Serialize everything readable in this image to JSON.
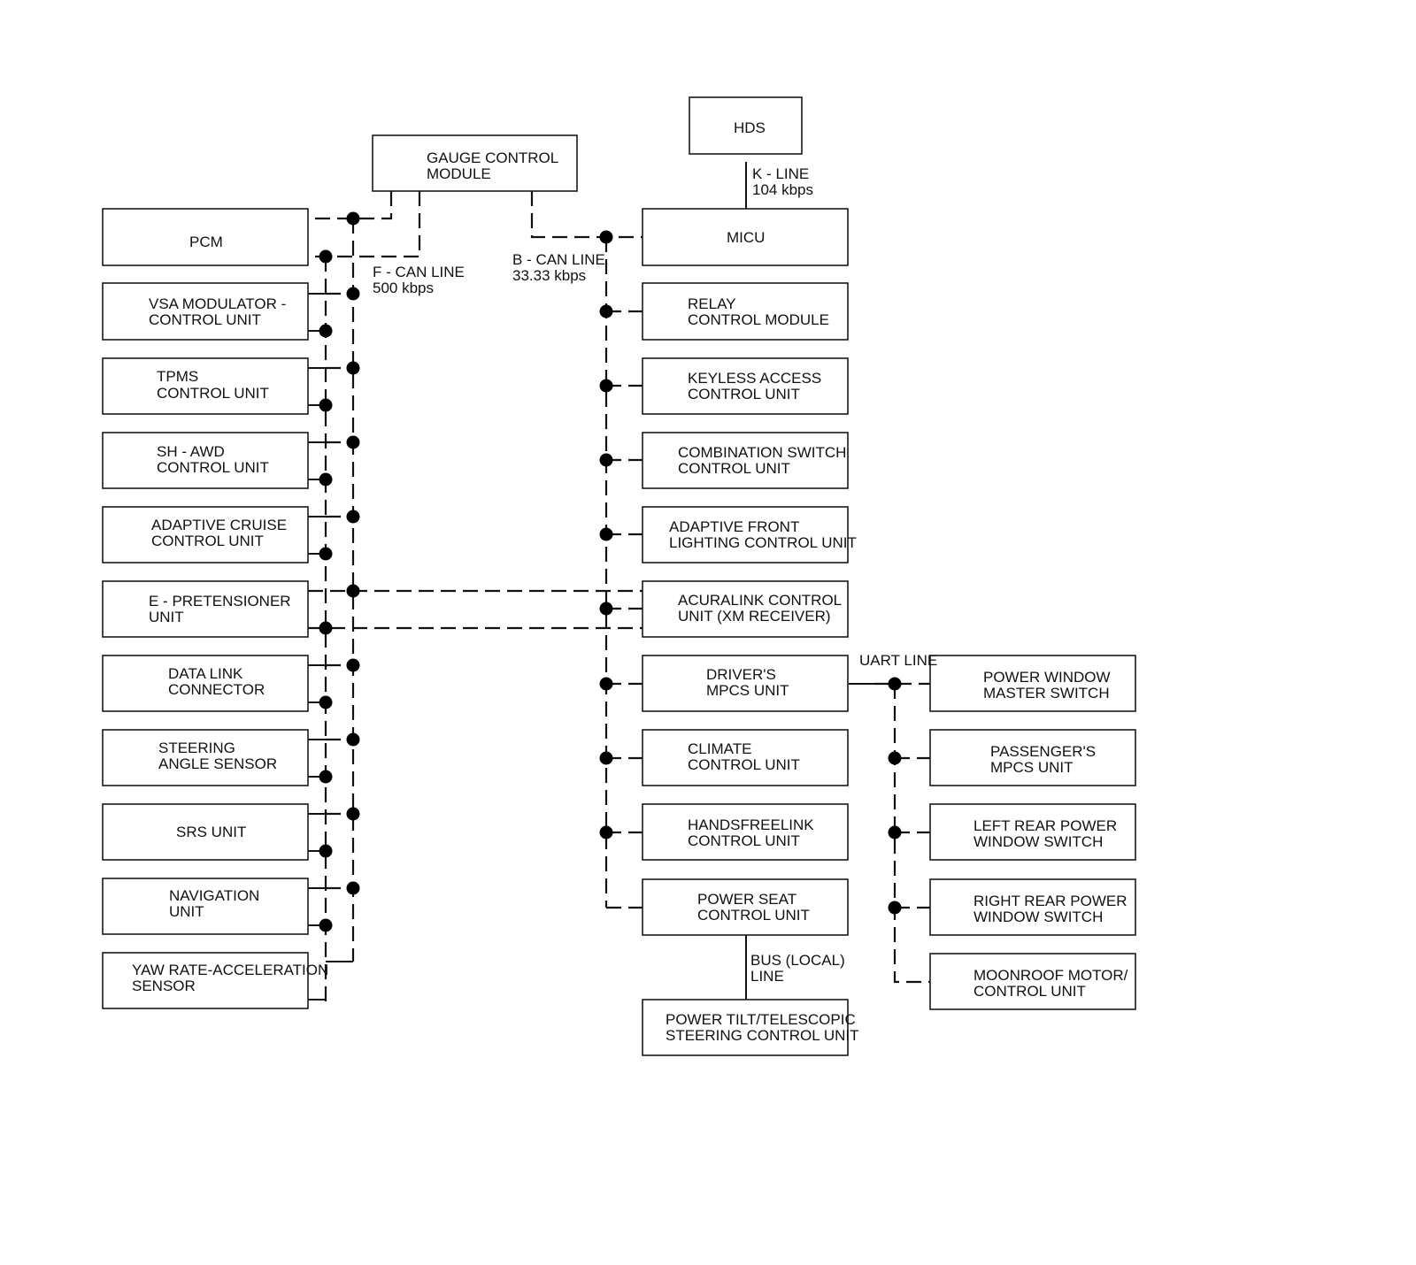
{
  "boxes": {
    "hds": [
      "HDS"
    ],
    "gauge": [
      "GAUGE CONTROL",
      "MODULE"
    ],
    "pcm": [
      "PCM"
    ],
    "vsa": [
      "VSA MODULATOR -",
      "CONTROL UNIT"
    ],
    "tpms": [
      "TPMS",
      "CONTROL UNIT"
    ],
    "shawd": [
      "SH - AWD",
      "CONTROL UNIT"
    ],
    "acc": [
      "ADAPTIVE CRUISE",
      "CONTROL UNIT"
    ],
    "epre": [
      "E - PRETENSIONER",
      "UNIT"
    ],
    "dlc": [
      "DATA LINK",
      "CONNECTOR"
    ],
    "steer": [
      "STEERING",
      "ANGLE SENSOR"
    ],
    "srs": [
      "SRS UNIT"
    ],
    "nav": [
      "NAVIGATION",
      "UNIT"
    ],
    "yaw": [
      "YAW RATE-ACCELERATION",
      "SENSOR"
    ],
    "micu": [
      "MICU"
    ],
    "relay": [
      "RELAY",
      "CONTROL MODULE"
    ],
    "keyless": [
      "KEYLESS ACCESS",
      "CONTROL UNIT"
    ],
    "combo": [
      "COMBINATION SWITCH",
      "CONTROL UNIT"
    ],
    "afl": [
      "ADAPTIVE FRONT",
      "LIGHTING CONTROL UNIT"
    ],
    "acura": [
      "ACURALINK CONTROL",
      "UNIT (XM RECEIVER)"
    ],
    "dmpcs": [
      "DRIVER'S",
      "MPCS UNIT"
    ],
    "climate": [
      "CLIMATE",
      "CONTROL UNIT"
    ],
    "hfl": [
      "HANDSFREELINK",
      "CONTROL UNIT"
    ],
    "pseat": [
      "POWER SEAT",
      "CONTROL UNIT"
    ],
    "ptilt": [
      "POWER TILT/TELESCOPIC",
      "STEERING CONTROL UNIT"
    ],
    "pwms": [
      "POWER WINDOW",
      "MASTER SWITCH"
    ],
    "pmpcs": [
      "PASSENGER'S",
      "MPCS UNIT"
    ],
    "lrpw": [
      "LEFT REAR POWER",
      "WINDOW SWITCH"
    ],
    "rrpw": [
      "RIGHT REAR POWER",
      "WINDOW SWITCH"
    ],
    "moon": [
      "MOONROOF MOTOR/",
      "CONTROL UNIT"
    ]
  },
  "lines": {
    "k_line": [
      "K - LINE",
      "104 kbps"
    ],
    "f_can": [
      "F - CAN LINE",
      "500 kbps"
    ],
    "b_can": [
      "B - CAN LINE",
      "33.33 kbps"
    ],
    "uart": [
      "UART LINE"
    ],
    "bus_local": [
      "BUS (LOCAL)",
      "LINE"
    ]
  }
}
